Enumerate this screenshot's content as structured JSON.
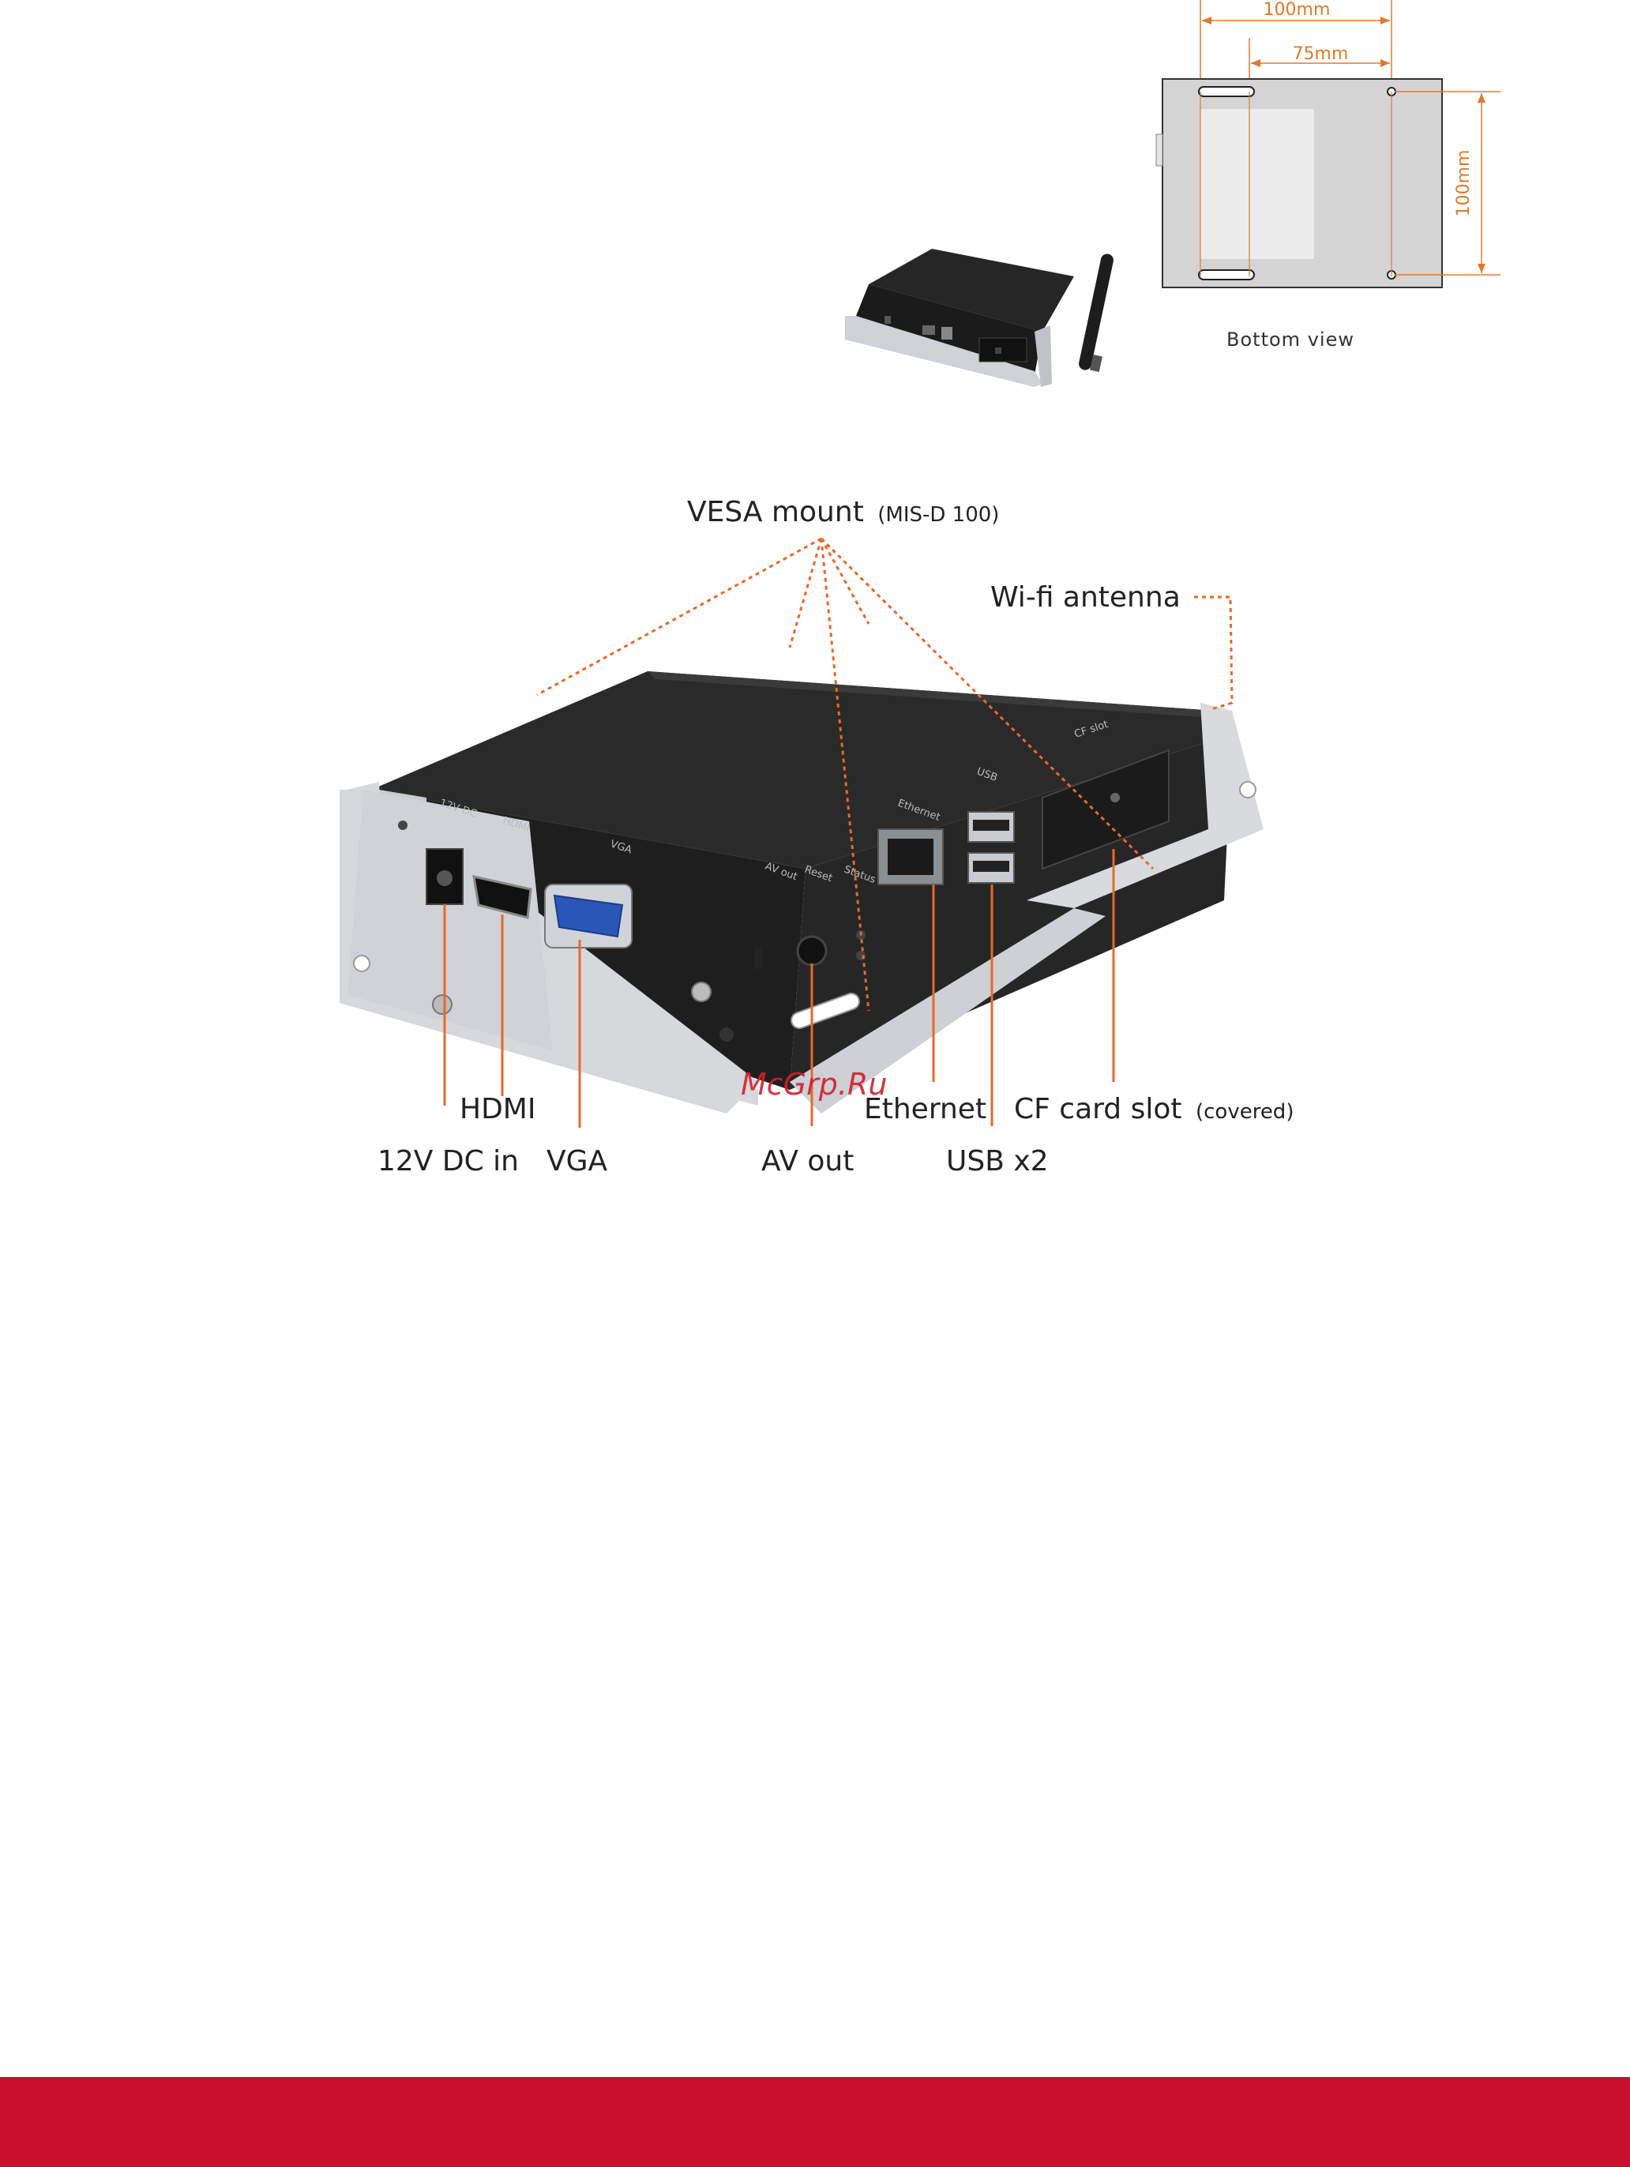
{
  "colors": {
    "accent": "#c8102e",
    "dimension": "#e07a2a",
    "callout_line": "#e8682a",
    "device_body": "#2b2b2b",
    "bracket": "#d6d8dc",
    "panel_gray": "#d4d4d4"
  },
  "bottom_view": {
    "caption": "Bottom view",
    "dim_width_outer": "100mm",
    "dim_width_inner": "75mm",
    "dim_height": "100mm"
  },
  "diagram": {
    "vesa_label": "VESA mount",
    "vesa_sub": "(MIS-D 100)",
    "wifi_label": "Wi-fi antenna",
    "hdmi_label": "HDMI",
    "dc_label": "12V DC in",
    "vga_label": "VGA",
    "av_label": "AV out",
    "ethernet_label": "Ethernet",
    "usb_label": "USB x2",
    "cf_label": "CF card slot",
    "cf_sub": "(covered)",
    "watermark": "McGrp.Ru"
  },
  "device_silk": {
    "dc": "12V DC",
    "hdmi": "HDMI",
    "vga": "VGA",
    "av": "AV out",
    "reset": "Reset",
    "status": "Status",
    "eth": "Ethernet",
    "usb": "USB",
    "cf": "CF slot"
  }
}
